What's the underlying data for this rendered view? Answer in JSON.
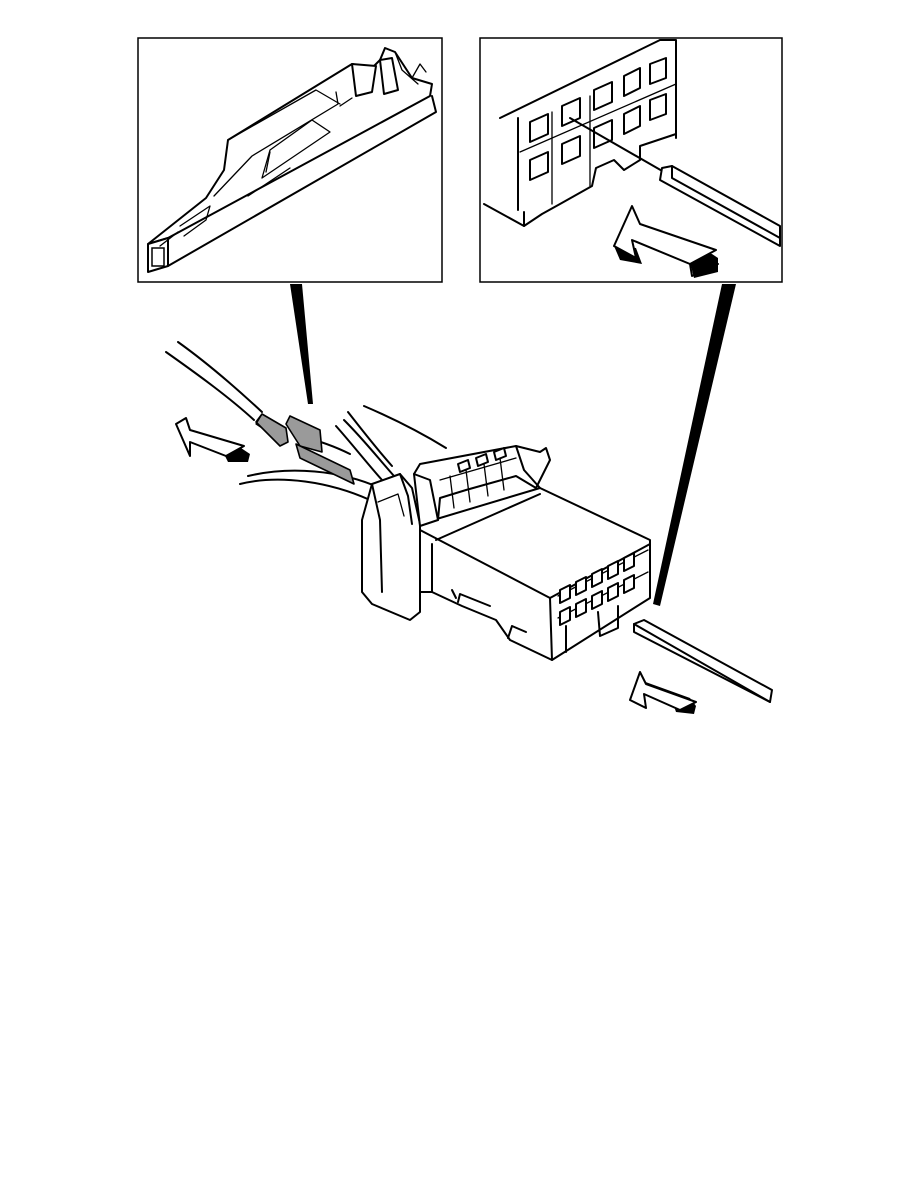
{
  "figure": {
    "type": "technical-illustration",
    "insets": [
      {
        "id": "terminal-detail",
        "depicts": "terminal-pin"
      },
      {
        "id": "cavity-detail",
        "depicts": "connector-cavities"
      }
    ],
    "connector": {
      "cavity_rows": 2,
      "cavity_columns": 5
    },
    "colors": {
      "line": "#000000",
      "terminal": "#9a9a9a",
      "background": "#ffffff"
    }
  }
}
